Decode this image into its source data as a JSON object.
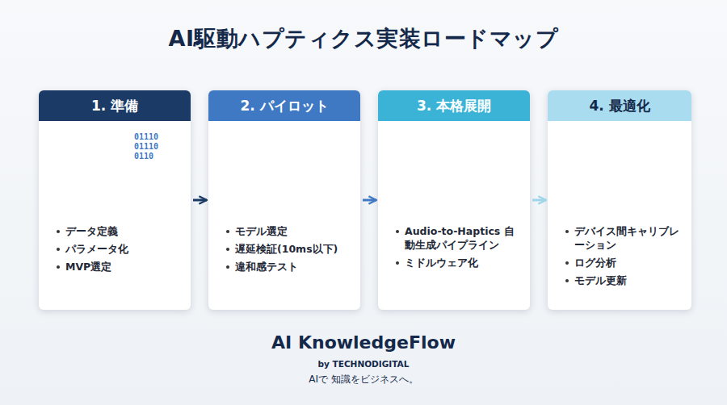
{
  "diagram": {
    "title": "AI駆動ハプティクス実装ロードマップ",
    "nodes": [
      {
        "text": [
          "1. 準備",
          "データ定義",
          "パラメータ化",
          "MVP選定"
        ]
      },
      {
        "text": [
          "2. パイロット",
          "モデル選定",
          "遅延検証(10ms以下)",
          "違和感テスト"
        ]
      },
      {
        "text": [
          "3. 本格展開",
          "Audio-to-Haptics 自動生成パイプライン",
          "ミドルウェア化"
        ]
      },
      {
        "text": [
          "4. 最適化",
          "デバイス間キャリブレーション",
          "ログ分析",
          "モデル更新"
        ]
      }
    ],
    "edges": [
      {
        "from": 0,
        "to": 1,
        "arrow": "to"
      },
      {
        "from": 1,
        "to": 2,
        "arrow": "to"
      },
      {
        "from": 2,
        "to": 3,
        "arrow": "to"
      }
    ],
    "labels": [
      "01110",
      "01110",
      "0110",
      "AI KnowledgeFlow",
      "by TECHNODIGITAL",
      "AIで 知識をビジネスへ。"
    ]
  }
}
